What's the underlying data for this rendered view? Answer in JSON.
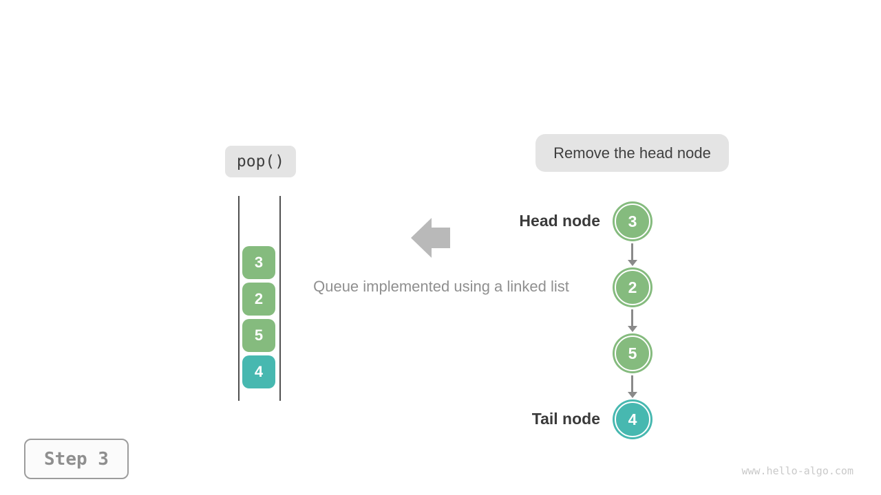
{
  "operation": {
    "label": "pop()"
  },
  "annotation": {
    "label": "Remove the head node"
  },
  "caption": {
    "text": "Queue implemented using a linked list"
  },
  "step": {
    "label": "Step 3"
  },
  "watermark": {
    "text": "www.hello-algo.com"
  },
  "colors": {
    "node_green": "#85bb7e",
    "node_teal": "#47b8b0",
    "badge_bg": "#e4e4e4",
    "big_arrow_gray": "#b9b9b9",
    "link_arrow_gray": "#8a8a8a",
    "container_line": "#4f4f4f",
    "label_dark": "#3a3a3a",
    "caption_gray": "#8f8f8f"
  },
  "queue_array": {
    "items": [
      {
        "value": "3",
        "color": "#85bb7e"
      },
      {
        "value": "2",
        "color": "#85bb7e"
      },
      {
        "value": "5",
        "color": "#85bb7e"
      },
      {
        "value": "4",
        "color": "#47b8b0"
      }
    ]
  },
  "linked_list": {
    "head_label": "Head node",
    "tail_label": "Tail node",
    "nodes": [
      {
        "value": "3",
        "color": "#85bb7e"
      },
      {
        "value": "2",
        "color": "#85bb7e"
      },
      {
        "value": "5",
        "color": "#85bb7e"
      },
      {
        "value": "4",
        "color": "#47b8b0"
      }
    ]
  }
}
